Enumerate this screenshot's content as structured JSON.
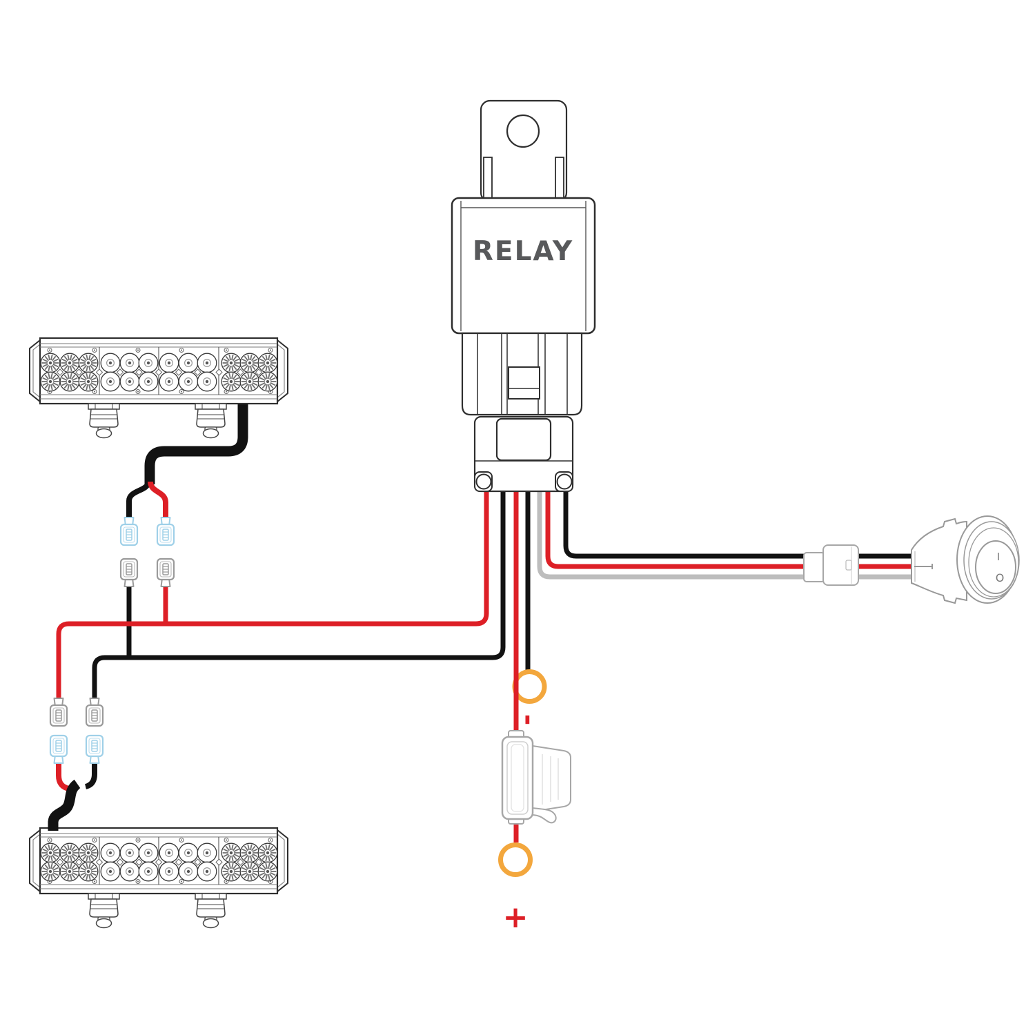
{
  "diagram": {
    "relay": {
      "label": "RELAY"
    },
    "battery": {
      "negative_label": "-",
      "positive_label": "+"
    },
    "switch": {
      "on_label": "I",
      "off_label": "O"
    }
  },
  "colors": {
    "wire_red": "#DD1F26",
    "wire_black": "#121212",
    "wire_gray": "#BDBDBD",
    "ring_orange": "#F3A73D",
    "connector_blue": "#9FD0E8",
    "connector_gray": "#9A9A9A",
    "outline_dark": "#2E2E2E",
    "outline_light": "#A7A7A7",
    "label_gray": "#58595B",
    "mark_gray": "#7A7A7A"
  },
  "components": {
    "relay": "relay-with-mounting-tab",
    "relay_socket": "relay-socket-connector",
    "light_bar_top": "led-light-bar",
    "light_bar_bottom": "led-light-bar",
    "fuse_holder": "inline-fuse-holder",
    "rocker_switch": "round-rocker-switch",
    "switch_connector": "inline-connector",
    "ring_terminal_negative": "ring-terminal",
    "ring_terminal_positive": "ring-terminal",
    "spade_connectors": "quick-disconnect-terminals"
  }
}
